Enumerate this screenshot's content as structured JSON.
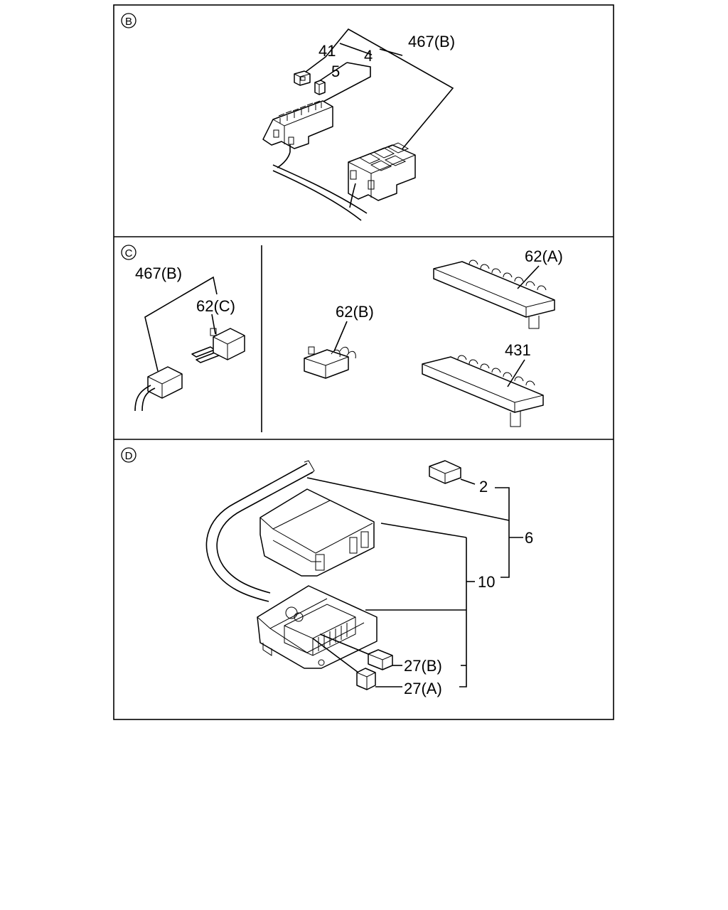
{
  "panels": {
    "b": {
      "marker": "B",
      "labels": {
        "p41": "41",
        "p4": "4",
        "p5": "5",
        "p467b": "467(B)"
      }
    },
    "c": {
      "marker": "C",
      "labels": {
        "p467b": "467(B)",
        "p62c": "62(C)",
        "p62b": "62(B)",
        "p62a": "62(A)",
        "p431": "431"
      }
    },
    "d": {
      "marker": "D",
      "labels": {
        "p2": "2",
        "p6": "6",
        "p10": "10",
        "p27b": "27(B)",
        "p27a": "27(A)"
      }
    }
  }
}
